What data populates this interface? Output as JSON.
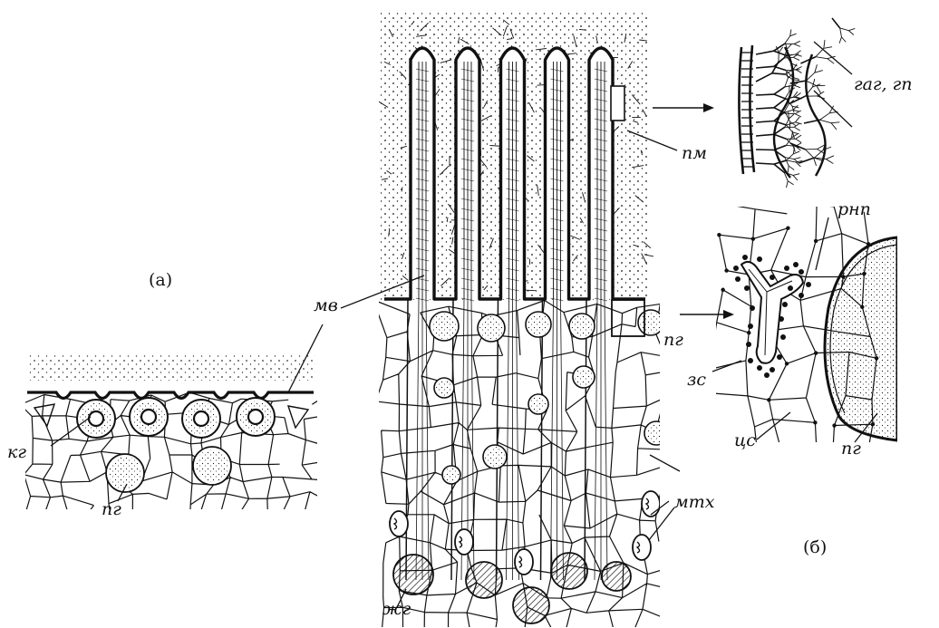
{
  "panels": {
    "a": "(а)",
    "b": "(б)"
  },
  "labels": {
    "kg": "кг",
    "pg": "пг",
    "mv": "мв",
    "pm": "пм",
    "gag_gp": "гаг, гп",
    "rnp": "рнп",
    "zs": "зс",
    "cs": "цс",
    "mtx": "мтх",
    "zhg": "жг"
  },
  "colors": {
    "ink": "#111111",
    "paper": "#ffffff"
  }
}
